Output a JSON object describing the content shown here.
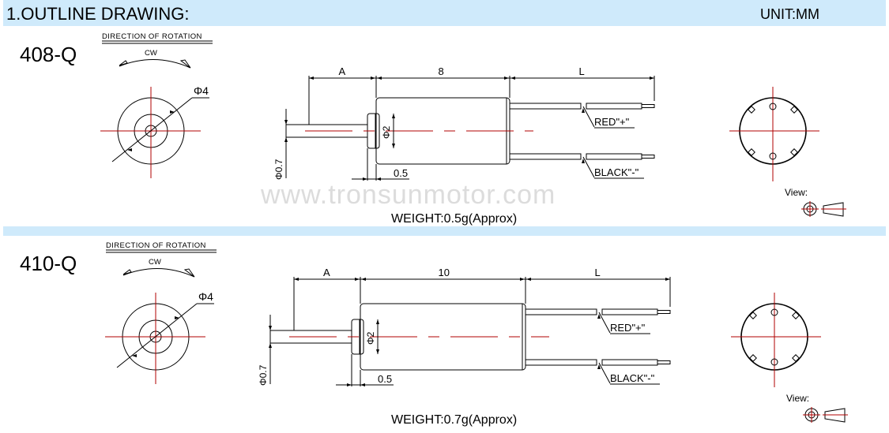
{
  "header": {
    "title": "1.OUTLINE DRAWING:",
    "unit": "UNIT:MM",
    "bar_color": "#cfeafb"
  },
  "watermark": "www.tronsunmotor.com",
  "models": [
    {
      "name": "408-Q",
      "rotation_title": "DIRECTION OF ROTATION",
      "rotation": "CW",
      "diameter": "Φ4",
      "dim_a": "A",
      "dim_body": "8",
      "dim_l": "L",
      "shaft_dia": "Φ0.7",
      "hub_dia": "Φ2",
      "hub_len": "0.5",
      "lead_red": "RED\"+\"",
      "lead_black": "BLACK\"-\"",
      "view_label": "View:",
      "weight": "WEIGHT:0.5g(Approx)"
    },
    {
      "name": "410-Q",
      "rotation_title": "DIRECTION OF ROTATION",
      "rotation": "CW",
      "diameter": "Φ4",
      "dim_a": "A",
      "dim_body": "10",
      "dim_l": "L",
      "shaft_dia": "Φ0.7",
      "hub_dia": "Φ2",
      "hub_len": "0.5",
      "lead_red": "RED\"+\"",
      "lead_black": "BLACK\"-\"",
      "view_label": "View:",
      "weight": "WEIGHT:0.7g(Approx)"
    }
  ]
}
